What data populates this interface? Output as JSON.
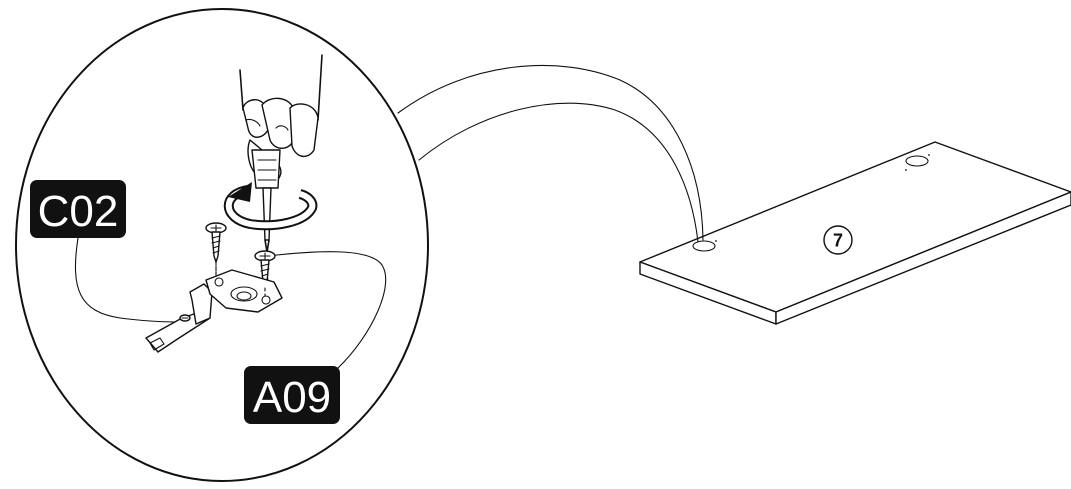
{
  "part_labels": {
    "hinge_part": "C02",
    "screw_part": "A09"
  },
  "step_marker": "7",
  "colors": {
    "ink": "#111111",
    "label_bg": "#111111",
    "label_text": "#ffffff",
    "background": "#ffffff"
  },
  "icons": {
    "rotation": "clockwise-rotation-arrow-icon",
    "tool": "screwdriver-icon",
    "hand": "hand-icon"
  }
}
